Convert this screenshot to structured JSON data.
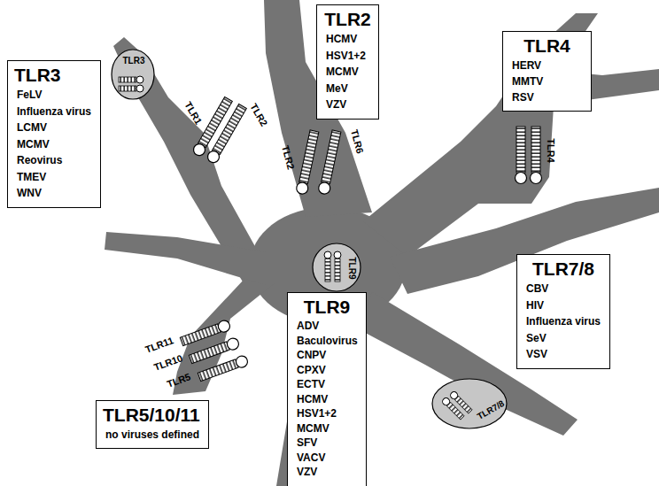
{
  "diagram": {
    "nodes": [
      {
        "text": [
          "TLR3",
          "FeLV",
          "Influenza virus",
          "LCMV",
          "MCMV",
          "Reovirus",
          "TMEV",
          "WNV"
        ]
      },
      {
        "text": [
          "TLR2",
          "HCMV",
          "HSV1+2",
          "MCMV",
          "MeV",
          "VZV"
        ]
      },
      {
        "text": [
          "TLR4",
          "HERV",
          "MMTV",
          "RSV"
        ]
      },
      {
        "text": [
          "TLR7/8",
          "CBV",
          "HIV",
          "Influenza virus",
          "SeV",
          "VSV"
        ]
      },
      {
        "text": [
          "TLR9",
          "ADV",
          "Baculovirus",
          "CNPV",
          "CPXV",
          "ECTV",
          "HCMV",
          "HSV1+2",
          "MCMV",
          "SFV",
          "VACV",
          "VZV"
        ]
      },
      {
        "text": [
          "TLR5/10/11",
          "no viruses defined"
        ]
      }
    ],
    "labels": [
      "TLR3",
      "TLR1",
      "TLR2",
      "TLR2",
      "TLR6",
      "TLR4",
      "TLR9",
      "TLR7/8",
      "TLR11",
      "TLR10",
      "TLR5"
    ]
  }
}
